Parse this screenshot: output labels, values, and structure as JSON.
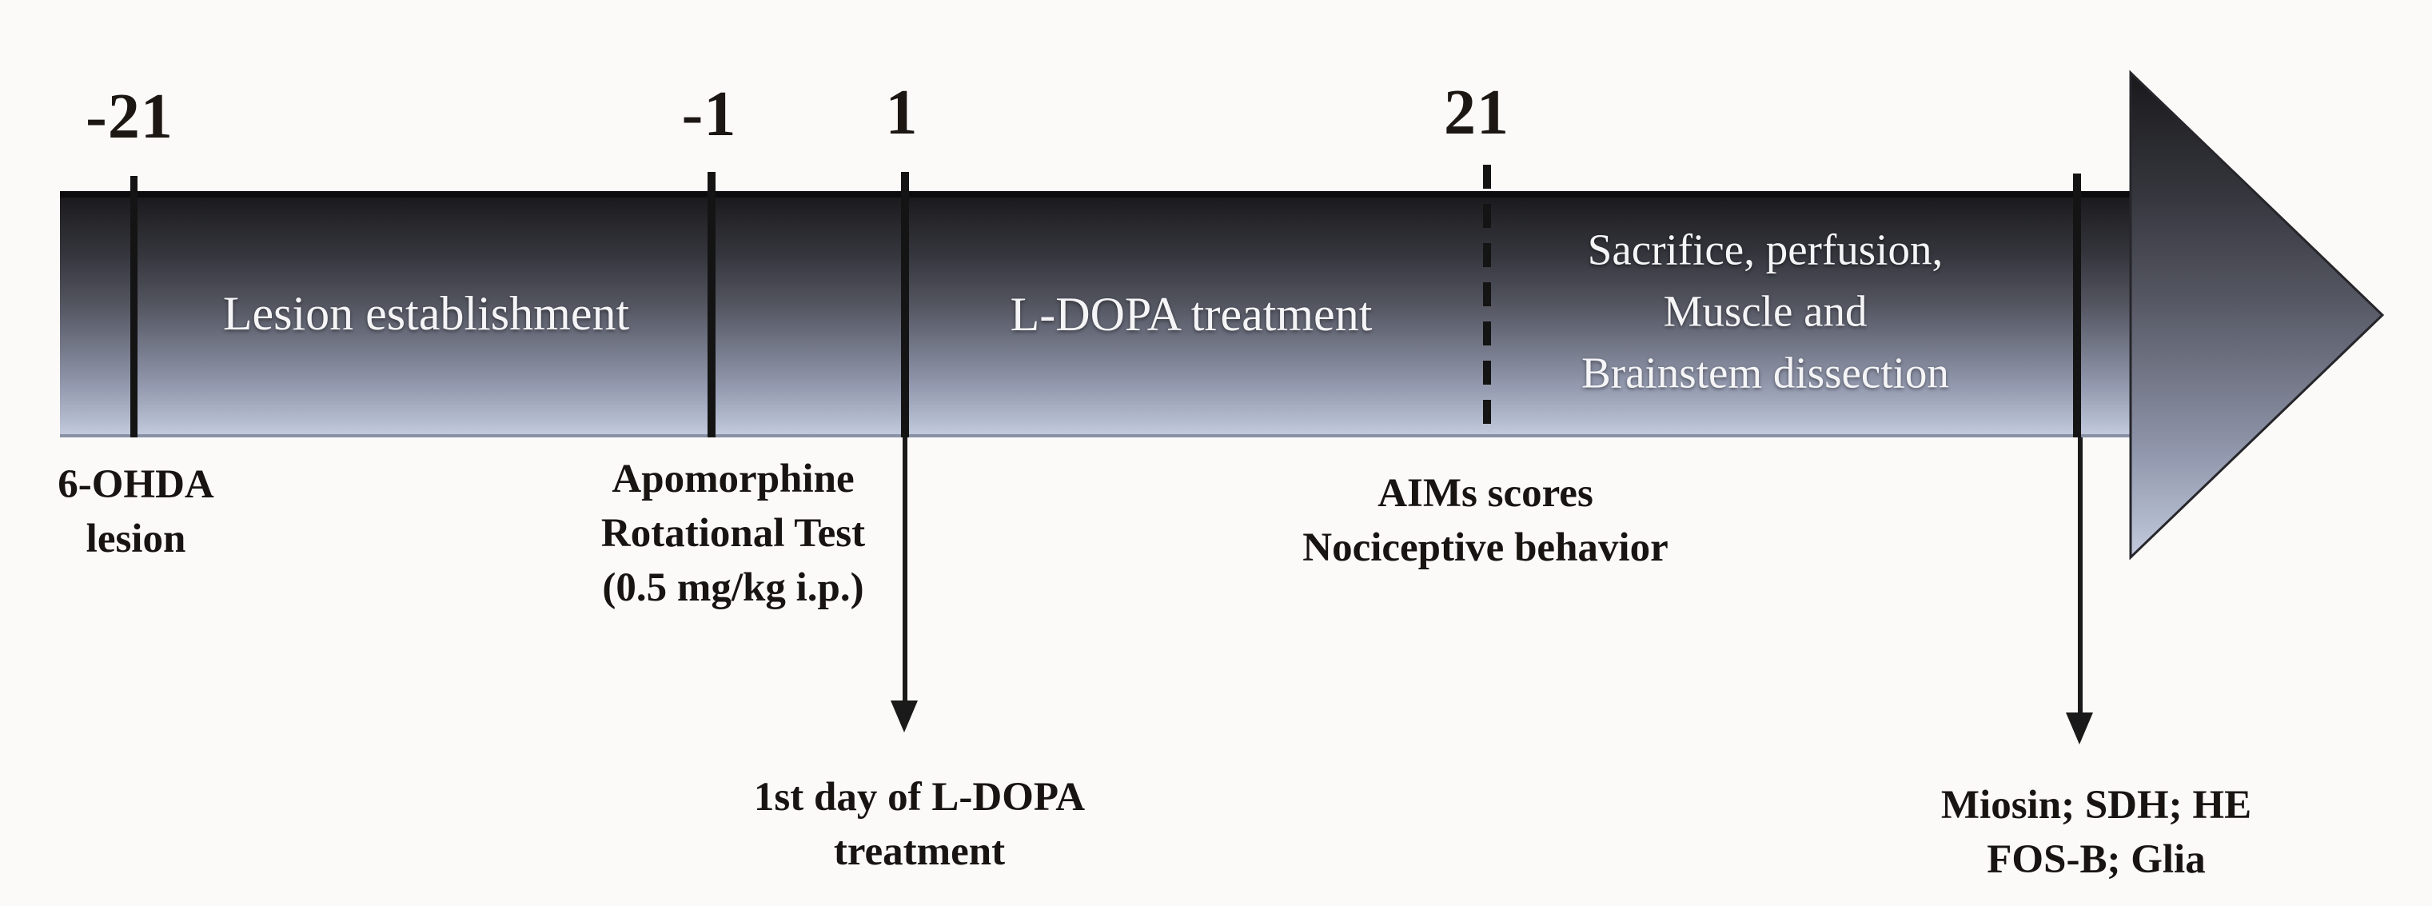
{
  "figure": {
    "description": "Experimental design timeline (days) for 6-OHDA lesion and L-DOPA treatment protocol",
    "axis": {
      "tick_minus21": "-21",
      "tick_minus1": "-1",
      "tick_1": "1",
      "tick_21": "21"
    },
    "phases": {
      "lesion": "Lesion establishment",
      "ldopa": "L-DOPA treatment",
      "sacrifice_line1": "Sacrifice, perfusion,",
      "sacrifice_line2": "Muscle and",
      "sacrifice_line3": "Brainstem dissection"
    },
    "events": {
      "ohda_line1": "6-OHDA",
      "ohda_line2": "lesion",
      "apomorphine_line1": "Apomorphine",
      "apomorphine_line2": "Rotational Test",
      "apomorphine_line3": "(0.5 mg/kg i.p.)",
      "aims_line1": "AIMs scores",
      "aims_line2": "Nociceptive behavior",
      "ldopa_start_line1": "1st day of L-DOPA",
      "ldopa_start_line2": "treatment",
      "histology_line1": "Miosin; SDH; HE",
      "histology_line2": "FOS-B; Glia"
    },
    "colors": {
      "background": "#fbfaf8",
      "arrow_gradient_top": "#19191c",
      "arrow_gradient_bottom": "#c4cbde",
      "bar_top_edge": "#0c0c0e",
      "tick_line": "#141414",
      "annotation_text": "#181411",
      "phase_text": "#f5f5f7",
      "day_number_text": "#1c1713"
    }
  }
}
